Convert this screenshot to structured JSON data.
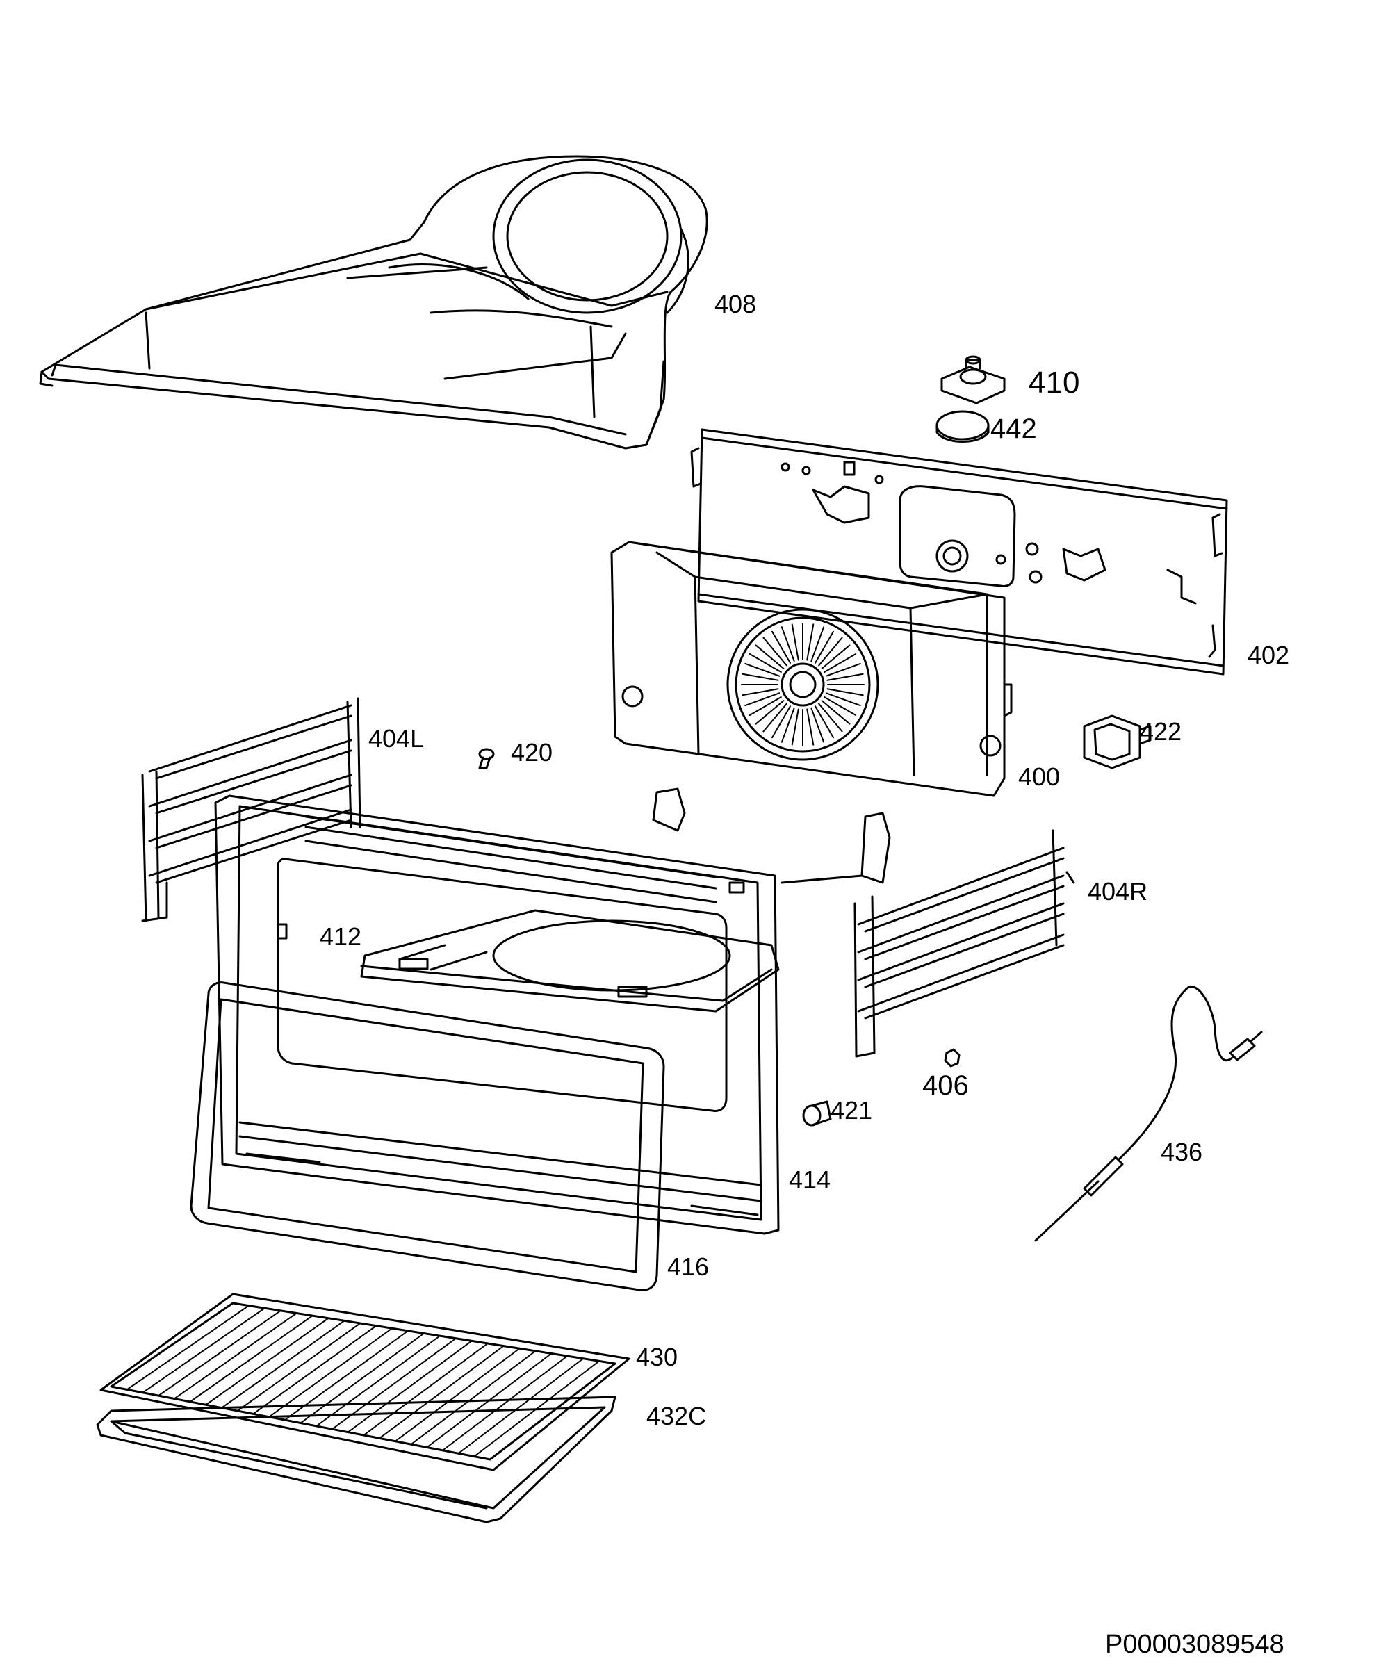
{
  "diagram": {
    "parts": [
      {
        "id": "p408",
        "label": "408"
      },
      {
        "id": "p410",
        "label": "410"
      },
      {
        "id": "p442",
        "label": "442"
      },
      {
        "id": "p402",
        "label": "402"
      },
      {
        "id": "p404L",
        "label": "404L"
      },
      {
        "id": "p420",
        "label": "420"
      },
      {
        "id": "p422",
        "label": "422"
      },
      {
        "id": "p400",
        "label": "400"
      },
      {
        "id": "p404R",
        "label": "404R"
      },
      {
        "id": "p412",
        "label": "412"
      },
      {
        "id": "p406",
        "label": "406"
      },
      {
        "id": "p421",
        "label": "421"
      },
      {
        "id": "p436",
        "label": "436"
      },
      {
        "id": "p414",
        "label": "414"
      },
      {
        "id": "p416",
        "label": "416"
      },
      {
        "id": "p430",
        "label": "430"
      },
      {
        "id": "p432C",
        "label": "432C"
      }
    ],
    "reference_code": "P00003089548"
  }
}
